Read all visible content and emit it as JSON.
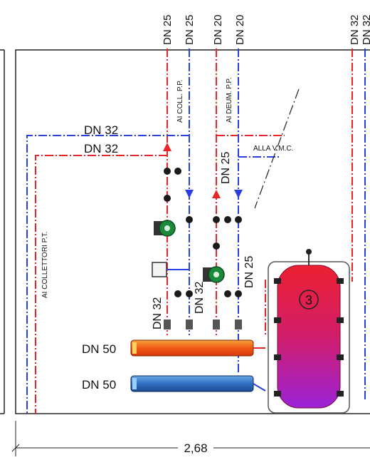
{
  "diagram": {
    "top_labels": [
      "DN 25",
      "DN 25",
      "DN 20",
      "DN 20",
      "DN 32",
      "DN 32"
    ],
    "left_labels": [
      "DN 32",
      "DN 32"
    ],
    "vertical_labels": {
      "ai_coll": "AI COLL. P.P.",
      "ai_deum": "AI DEUM. P.P.",
      "ai_collettori": "AI COLLETTORI P.T.",
      "dn25_mid": "DN 25",
      "dn25_right": "DN 25",
      "dn32_left": "DN 32",
      "dn32_mid": "DN 32"
    },
    "alla_label": "ALLA V.M.C.",
    "collector_labels": [
      "DN 50",
      "DN 50"
    ],
    "tank_number": "3",
    "dimension": "2,68",
    "colors": {
      "supply": "#e8262a",
      "return": "#2a3fe0",
      "frame": "#222222",
      "pump": "#1a8a3a",
      "hot_header": "#f06a1a",
      "cold_header": "#2f6fc0",
      "tank_top": "#e8203a",
      "tank_bottom": "#9a22d8"
    }
  }
}
